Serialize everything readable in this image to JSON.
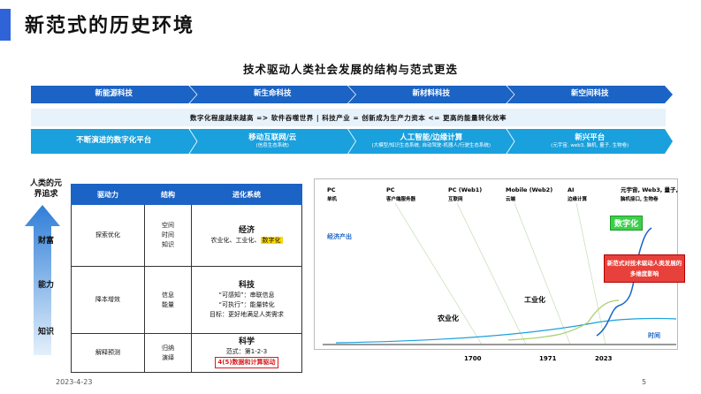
{
  "title": "新范式的历史环境",
  "subtitle": "技术驱动人类社会发展的结构与范式更迭",
  "row1": [
    "新能源科技",
    "新生命科技",
    "新材料科技",
    "新空间科技"
  ],
  "row2": "数字化程度越来越高 => 软件吞噬世界 | 科技产业 = 创新成为生产力资本  <=  更高的能量转化效率",
  "row3": [
    {
      "label": "不断演进的数字化平台",
      "sub": ""
    },
    {
      "label": "移动互联网/云",
      "sub": "(信息生态系统)"
    },
    {
      "label": "人工智能/边缘计算",
      "sub": "(大模型/知识生态系统, 自动驾驶-机器人/行驶生态系统)"
    },
    {
      "label": "新兴平台",
      "sub": "(元宇宙, web3, 脑机, 量子, 生物卷)"
    }
  ],
  "side": {
    "title": "人类的元界追求",
    "levels": [
      "财富",
      "能力",
      "知识"
    ]
  },
  "table": {
    "headers": [
      "驱动力",
      "结构",
      "进化系统"
    ],
    "rows": [
      {
        "driver": "探索优化",
        "structure": [
          "空间",
          "时间",
          "知识"
        ],
        "system_title": "经济",
        "system_lines": [
          "农业化、工业化、"
        ],
        "system_highlight": "数字化"
      },
      {
        "driver": "降本增效",
        "structure": [
          "信息",
          "能量"
        ],
        "system_title": "科技",
        "system_lines": [
          "“可感知”：串联信息",
          "“可执行”：能量转化",
          "目标：更好地满足人类需求"
        ],
        "system_highlight": ""
      },
      {
        "driver": "解释预测",
        "structure": [
          "归纳",
          "演绎"
        ],
        "system_title": "科学",
        "system_lines": [
          "范式：第1-2-3"
        ],
        "system_highlight": "4(5)数据和计算驱动"
      }
    ]
  },
  "chart_data": {
    "type": "line",
    "title": "",
    "ylabel": "经济产出",
    "xlabel": "时间",
    "x_ticks": [
      "1700",
      "1971",
      "2023"
    ],
    "eras": [
      {
        "label": "PC",
        "sub": "单机"
      },
      {
        "label": "PC",
        "sub": "客户端服务器"
      },
      {
        "label": "PC (Web1)",
        "sub": "互联网"
      },
      {
        "label": "Mobile (Web2)",
        "sub": "云端"
      },
      {
        "label": "AI",
        "sub": "边缘计算"
      },
      {
        "label": "元宇宙, Web3, 量子,",
        "sub": "脑机接口, 生物卷"
      }
    ],
    "series": [
      {
        "name": "农业化",
        "color": "#1aa0dc"
      },
      {
        "name": "工业化",
        "color": "#a8d06a"
      },
      {
        "name": "数字化",
        "color": "#1b63c4"
      }
    ],
    "badge": "数字化",
    "callout": "新范式对技术驱动人类发展的多维度影响"
  },
  "footer": {
    "date": "2023-4-23",
    "page": "5"
  }
}
